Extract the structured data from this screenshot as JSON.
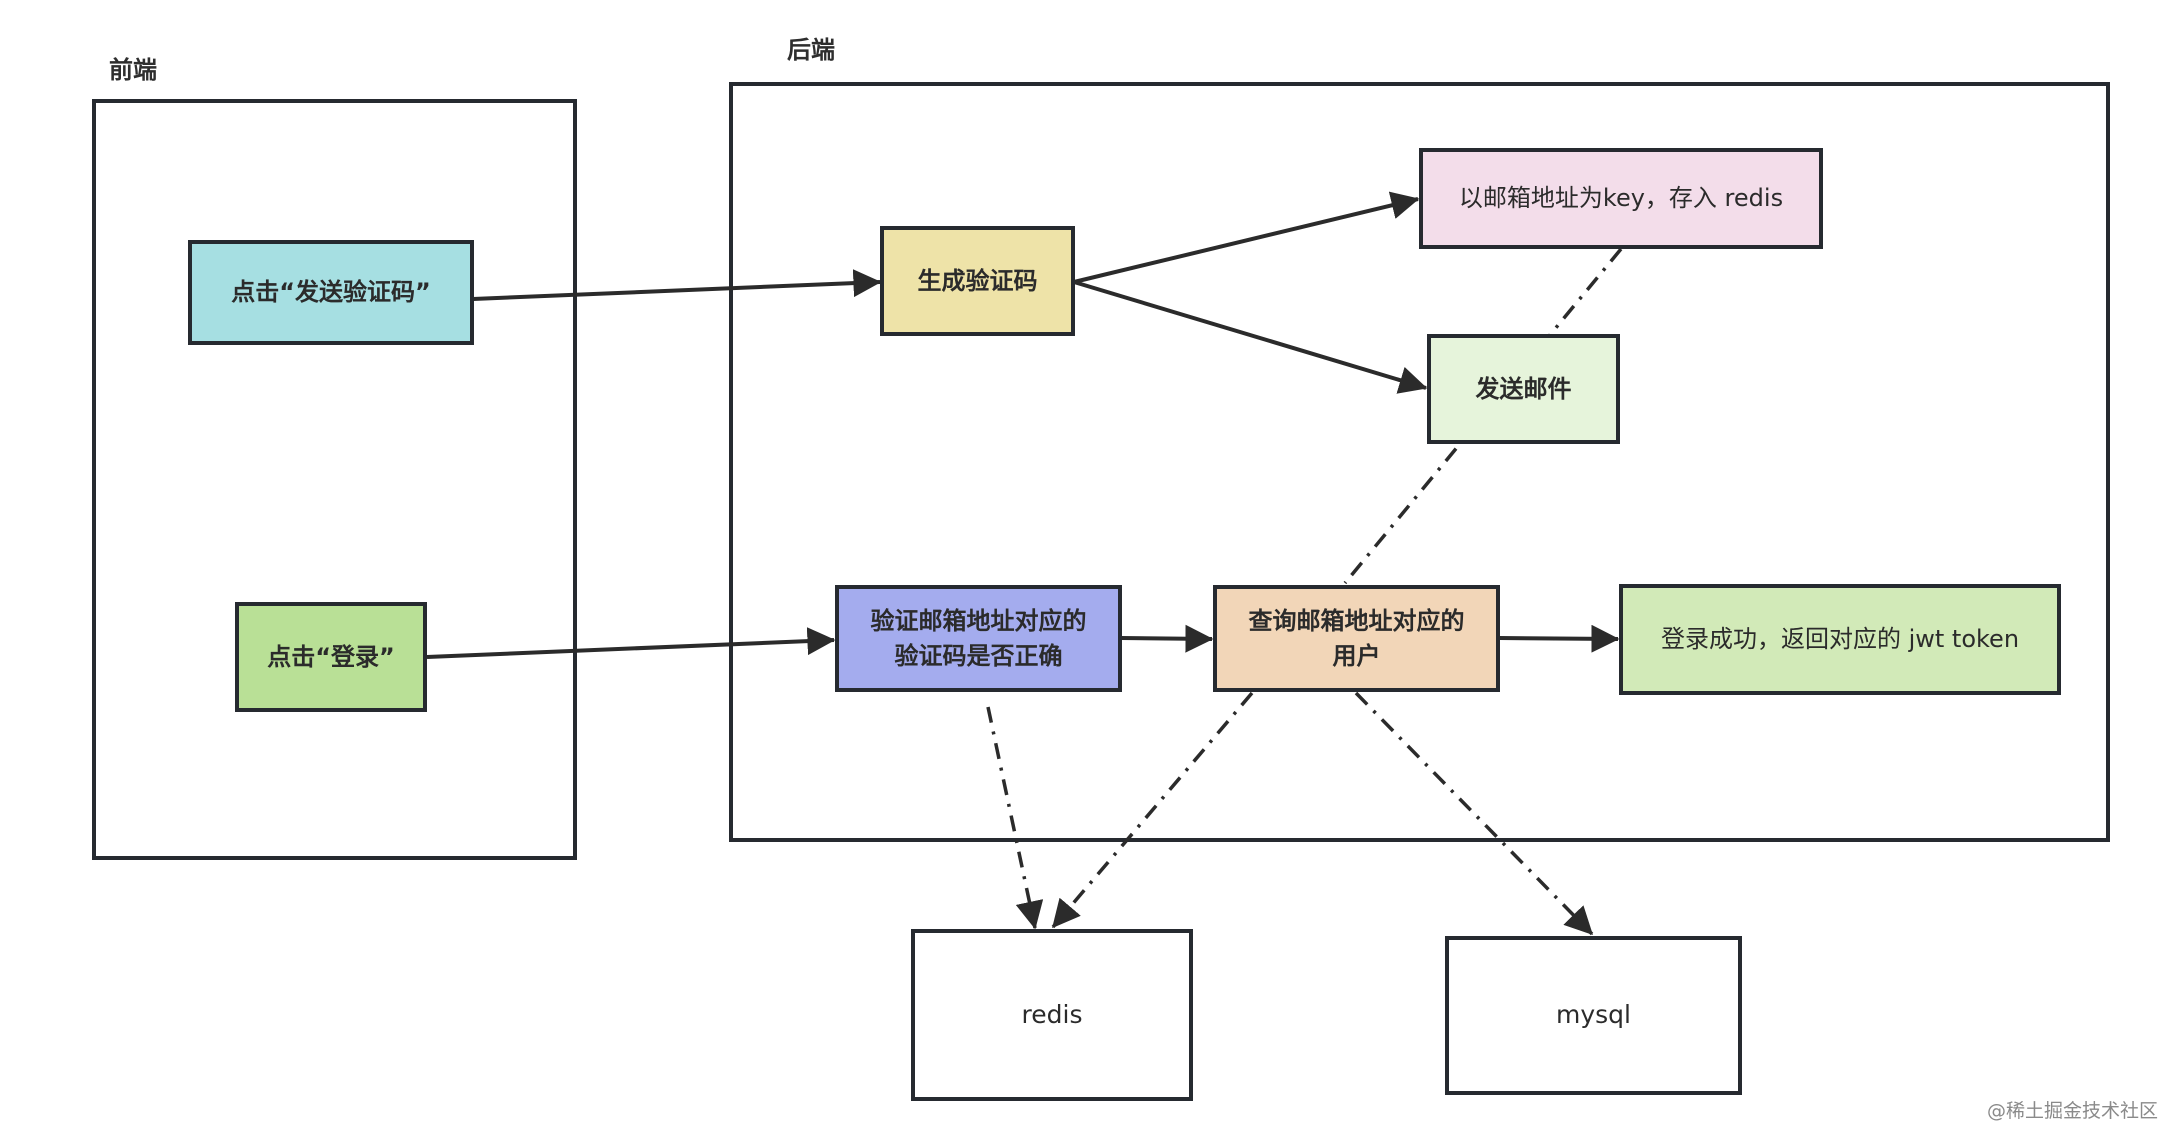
{
  "groups": {
    "frontend": {
      "label": "前端"
    },
    "backend": {
      "label": "后端"
    }
  },
  "nodes": {
    "click_send_code": {
      "text": "点击“发送验证码”",
      "color": "#a6dfe2"
    },
    "click_login": {
      "text": "点击“登录”",
      "color": "#b9e096"
    },
    "generate_code": {
      "text": "生成验证码",
      "color": "#eee3a8"
    },
    "store_redis": {
      "text": "以邮箱地址为key，存入 redis",
      "color": "#f3ddea"
    },
    "send_mail": {
      "text": "发送邮件",
      "color": "#e6f4db"
    },
    "verify_code": {
      "line1": "验证邮箱地址对应的",
      "line2": "验证码是否正确",
      "color": "#a4acee"
    },
    "query_user": {
      "line1": "查询邮箱地址对应的",
      "line2": "用户",
      "color": "#f2d6b8"
    },
    "login_success": {
      "text": "登录成功，返回对应的 jwt token",
      "color": "#d2eab8"
    },
    "redis": {
      "text": "redis",
      "color": "#ffffff"
    },
    "mysql": {
      "text": "mysql",
      "color": "#ffffff"
    }
  },
  "edges": [
    {
      "from": "click_send_code",
      "to": "generate_code",
      "style": "solid",
      "arrow": true
    },
    {
      "from": "generate_code",
      "to": "store_redis",
      "style": "solid",
      "arrow": true
    },
    {
      "from": "generate_code",
      "to": "send_mail",
      "style": "solid",
      "arrow": true
    },
    {
      "from": "click_login",
      "to": "verify_code",
      "style": "solid",
      "arrow": true
    },
    {
      "from": "verify_code",
      "to": "query_user",
      "style": "solid",
      "arrow": true
    },
    {
      "from": "query_user",
      "to": "login_success",
      "style": "solid",
      "arrow": true
    },
    {
      "from": "store_redis",
      "to": "query_user",
      "style": "dash-dot",
      "arrow": false
    },
    {
      "from": "verify_code",
      "to": "redis",
      "style": "dash-dot",
      "arrow": true
    },
    {
      "from": "query_user",
      "to": "redis",
      "style": "dash-dot",
      "arrow": true
    },
    {
      "from": "query_user",
      "to": "mysql",
      "style": "dash-dot",
      "arrow": true
    }
  ],
  "colors": {
    "stroke": "#262a30",
    "text": "#2b2b2b",
    "watermark": "#8a8a8a"
  },
  "watermark": "@稀土掘金技术社区"
}
